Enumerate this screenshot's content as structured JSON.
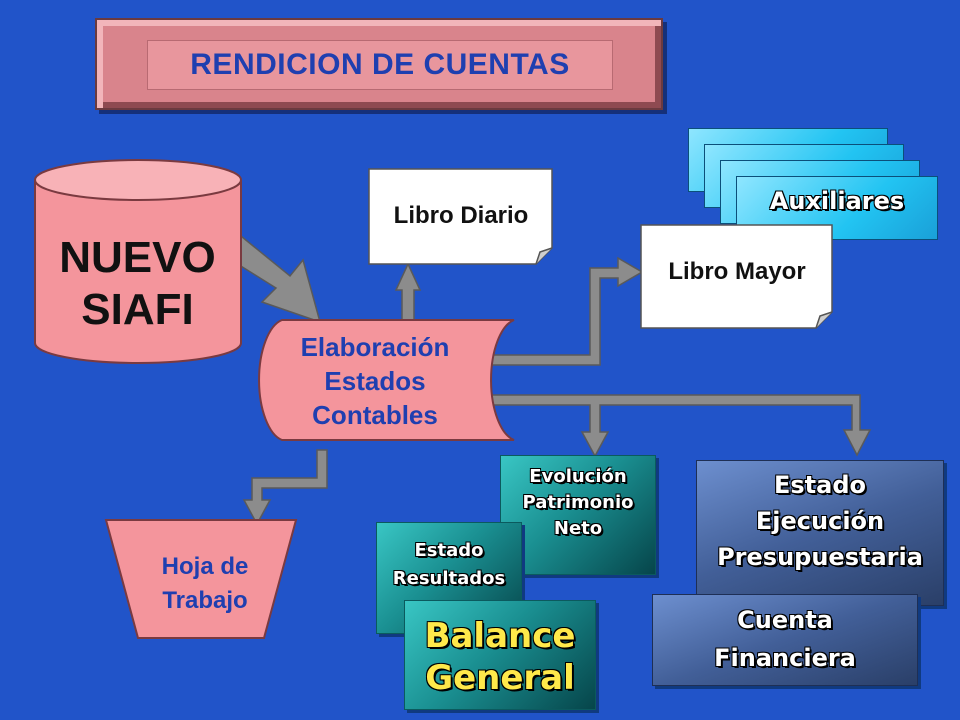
{
  "title": "RENDICION DE CUENTAS",
  "source": {
    "line1": "NUEVO",
    "line2": "SIAFI"
  },
  "process": {
    "line1": "Elaboración",
    "line2": "Estados",
    "line3": "Contables"
  },
  "libro_diario": "Libro Diario",
  "libro_mayor": "Libro Mayor",
  "auxiliares": "Auxiliares",
  "hoja": {
    "line1": "Hoja de",
    "line2": "Trabajo"
  },
  "evolucion": {
    "line1": "Evolución",
    "line2": "Patrimonio",
    "line3": "Neto"
  },
  "resultados": {
    "line1": "Estado",
    "line2": "Resultados"
  },
  "balance": {
    "line1": "Balance",
    "line2": "General"
  },
  "ejecucion": {
    "line1": "Estado",
    "line2": "Ejecución",
    "line3": "Presupuestaria"
  },
  "cuenta": {
    "line1": "Cuenta",
    "line2": "Financiera"
  },
  "colors": {
    "background": "#2154c9",
    "pink": "#f4959c",
    "arrow": "#8c8c8c",
    "text_blue": "#1f3fb0"
  }
}
